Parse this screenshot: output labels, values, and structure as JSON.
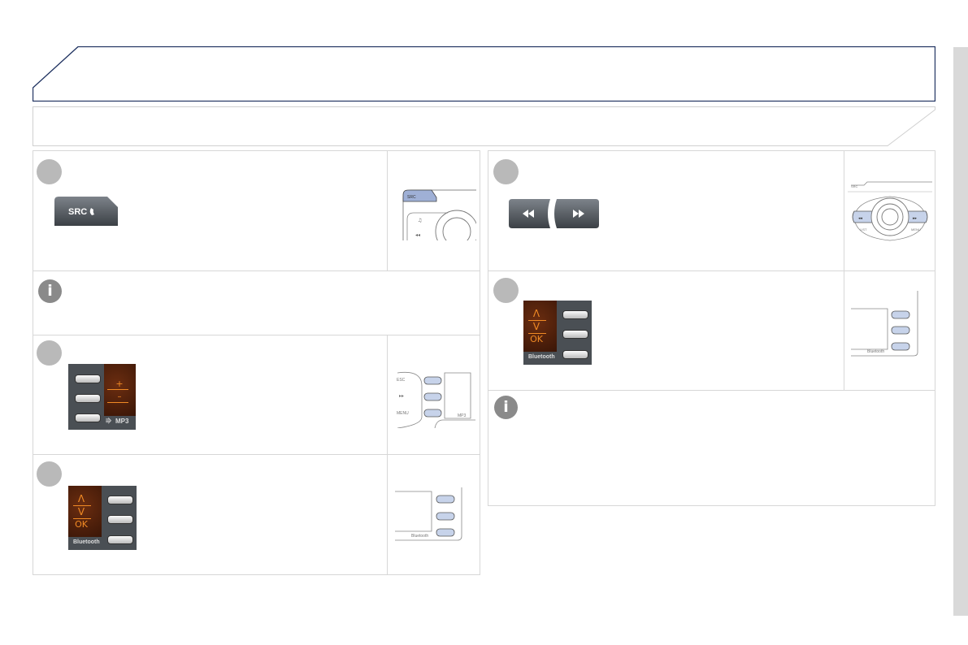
{
  "src_button": {
    "label": "SRC"
  },
  "mp3_pad": {
    "plus": "+",
    "minus": "–",
    "mp3": "MP3"
  },
  "bt_pad": {
    "up": "Λ",
    "down": "V",
    "ok": "OK",
    "bluetooth": "Bluetooth"
  },
  "info_icon": "i",
  "mini_panels": {
    "src": "SRC",
    "esc": "ESC",
    "menu": "MENU",
    "mp3": "MP3",
    "bluetooth": "Bluetooth",
    "list": "LIST",
    "menu2": "MENU"
  },
  "colors": {
    "frame": "#1c2f5e",
    "grey_border": "#d7d7d7",
    "step_circle": "#b9b9b9",
    "amber": "#f08a24"
  }
}
